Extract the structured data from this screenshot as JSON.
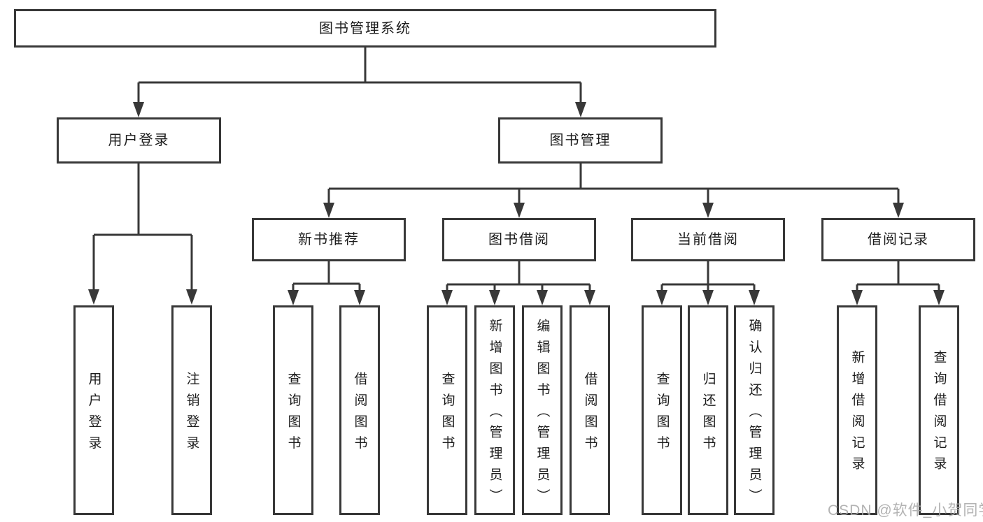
{
  "tree": {
    "root": {
      "label": "图书管理系统",
      "children": [
        {
          "label": "用户登录",
          "leaves": [
            "用户登录",
            "注销登录"
          ]
        },
        {
          "label": "图书管理",
          "children": [
            {
              "label": "新书推荐",
              "leaves": [
                "查询图书",
                "借阅图书"
              ]
            },
            {
              "label": "图书借阅",
              "leaves": [
                "查询图书",
                "新增图书（管理员）",
                "编辑图书（管理员）",
                "借阅图书"
              ]
            },
            {
              "label": "当前借阅",
              "leaves": [
                "查询图书",
                "归还图书",
                "确认归还（管理员）"
              ]
            },
            {
              "label": "借阅记录",
              "leaves": [
                "新增借阅记录",
                "查询借阅记录"
              ]
            }
          ]
        }
      ]
    }
  },
  "watermark": "CSDN @软件_小贺同学",
  "colors": {
    "line": "#383838",
    "text": "#1c1c1c",
    "watermark": "#ababab",
    "bg": "#ffffff"
  }
}
